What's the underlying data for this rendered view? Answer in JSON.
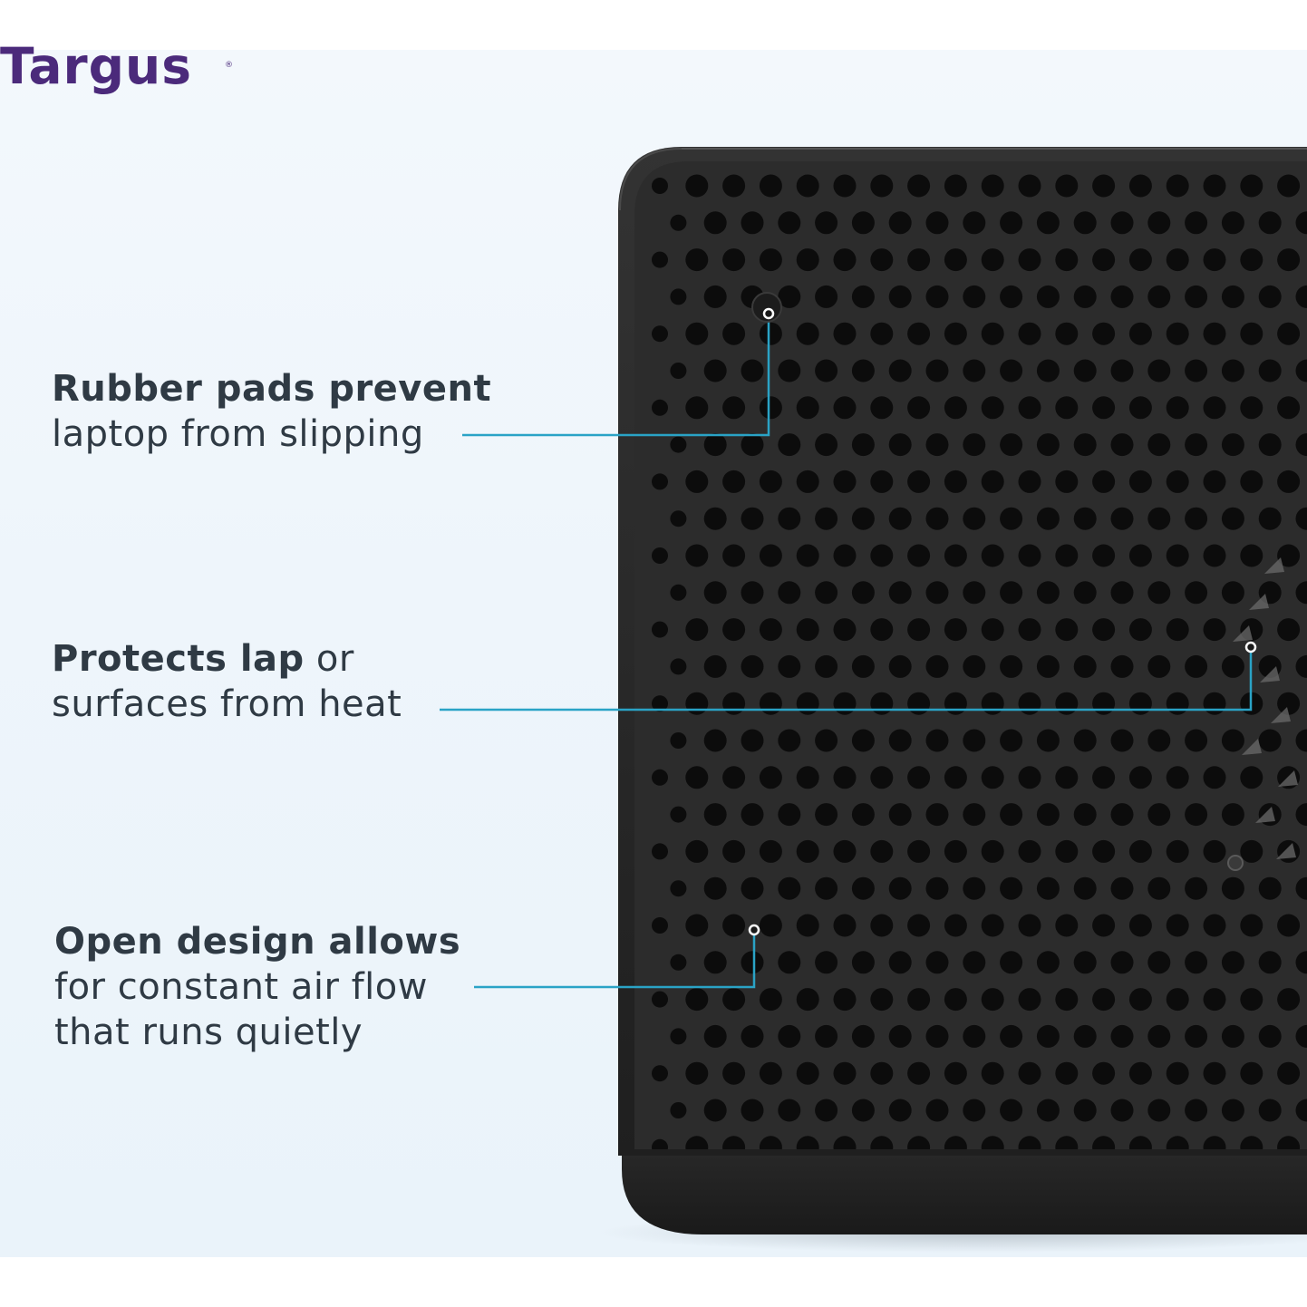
{
  "brand": {
    "logo_text": "Targus",
    "registered_mark": "®",
    "logo_color": "#4b2a7b"
  },
  "callouts": [
    {
      "bold": "Rubber pads prevent",
      "regular": "",
      "lines": [
        "laptop from slipping"
      ]
    },
    {
      "bold": "Protects lap",
      "regular": " or",
      "lines": [
        "surfaces from heat"
      ]
    },
    {
      "bold": "Open design allows",
      "regular": "",
      "lines": [
        "for constant air flow",
        "that runs quietly"
      ]
    }
  ],
  "colors": {
    "leader_line": "#2aa3c6",
    "product_body": "#2a2a2a",
    "text": "#2f3a44"
  }
}
